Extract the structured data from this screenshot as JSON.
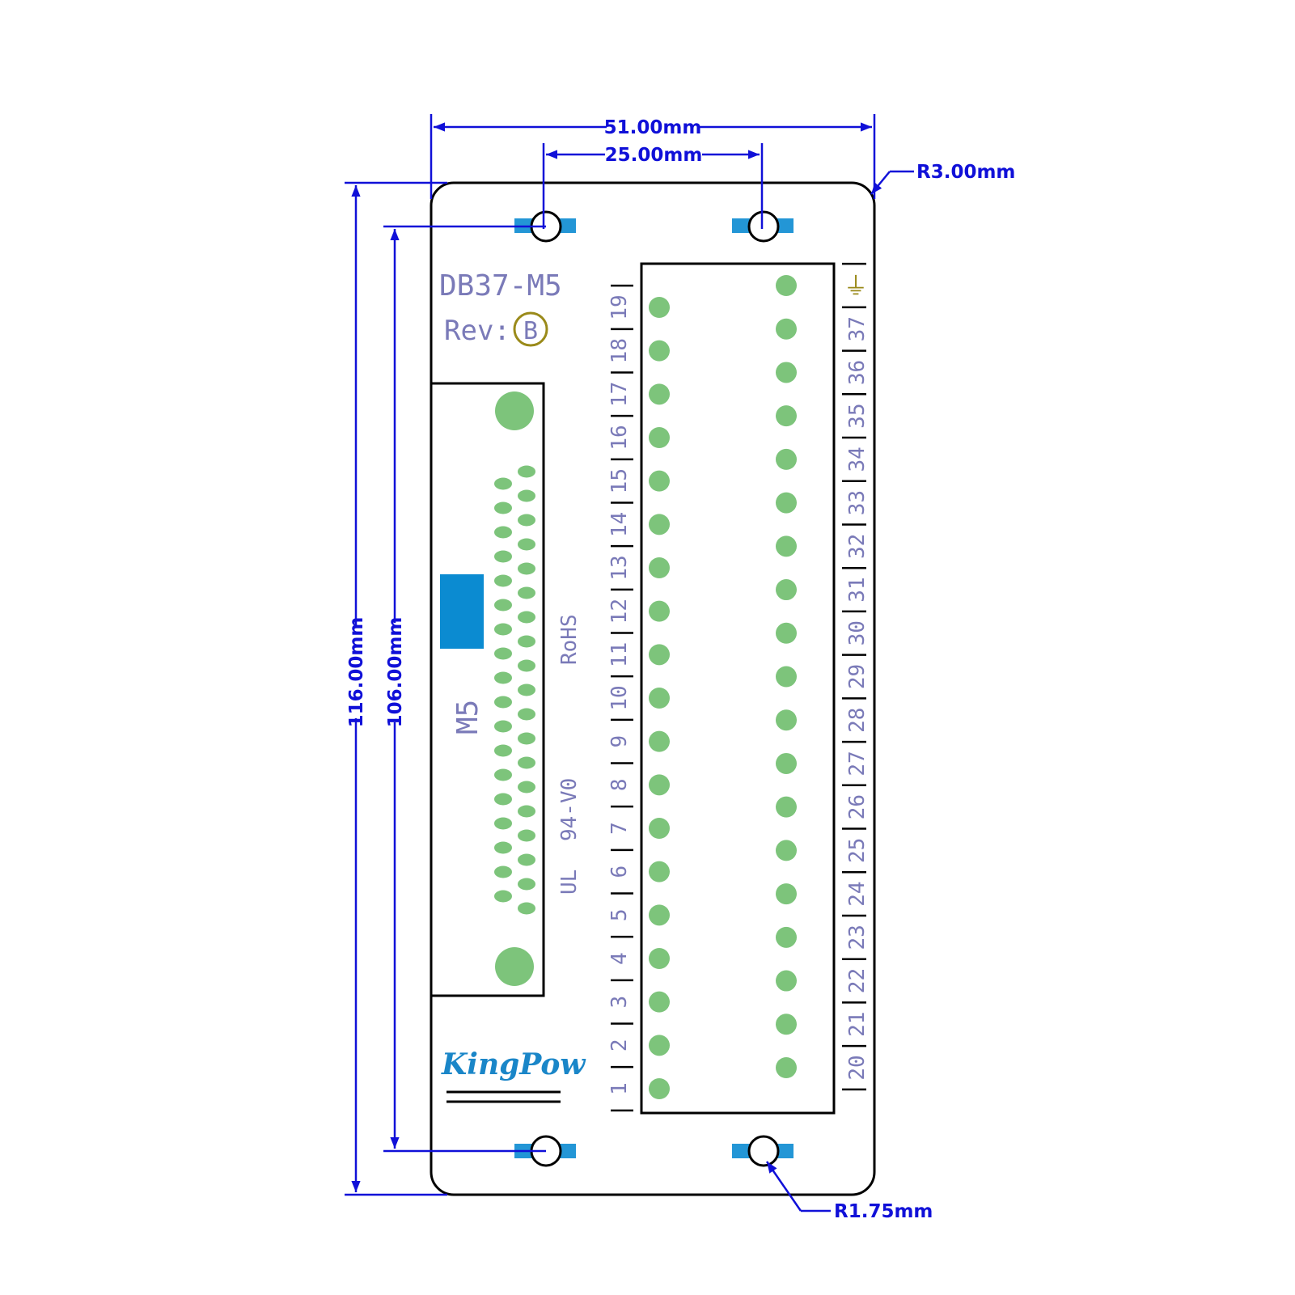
{
  "board": {
    "name": "DB37-M5",
    "rev_label": "Rev:",
    "rev_value": "B",
    "connector_label": "M5",
    "rohs": "RoHS",
    "ul": "UL",
    "rating": "94-V0",
    "brand": "KingPow",
    "ground_symbol": "⏚"
  },
  "dimensions": {
    "width": "51.00mm",
    "hole_spacing": "25.00mm",
    "corner_radius": "R3.00mm",
    "height": "116.00mm",
    "hole_pitch": "106.00mm",
    "hole_radius": "R1.75mm"
  },
  "terminals": {
    "left": [
      "19",
      "18",
      "17",
      "16",
      "15",
      "14",
      "13",
      "12",
      "11",
      "10",
      "9",
      "8",
      "7",
      "6",
      "5",
      "4",
      "3",
      "2",
      "1"
    ],
    "right": [
      "37",
      "36",
      "35",
      "34",
      "33",
      "32",
      "31",
      "30",
      "29",
      "28",
      "27",
      "26",
      "25",
      "24",
      "23",
      "22",
      "21",
      "20"
    ]
  },
  "colors": {
    "dimension": "#1010d8",
    "outline": "#000000",
    "pad": "#7dc47b",
    "silkscreen": "#7a7ab8",
    "marker": "#0b8bd1",
    "brand": "#1a86c8",
    "ground": "#9a8a1a"
  }
}
